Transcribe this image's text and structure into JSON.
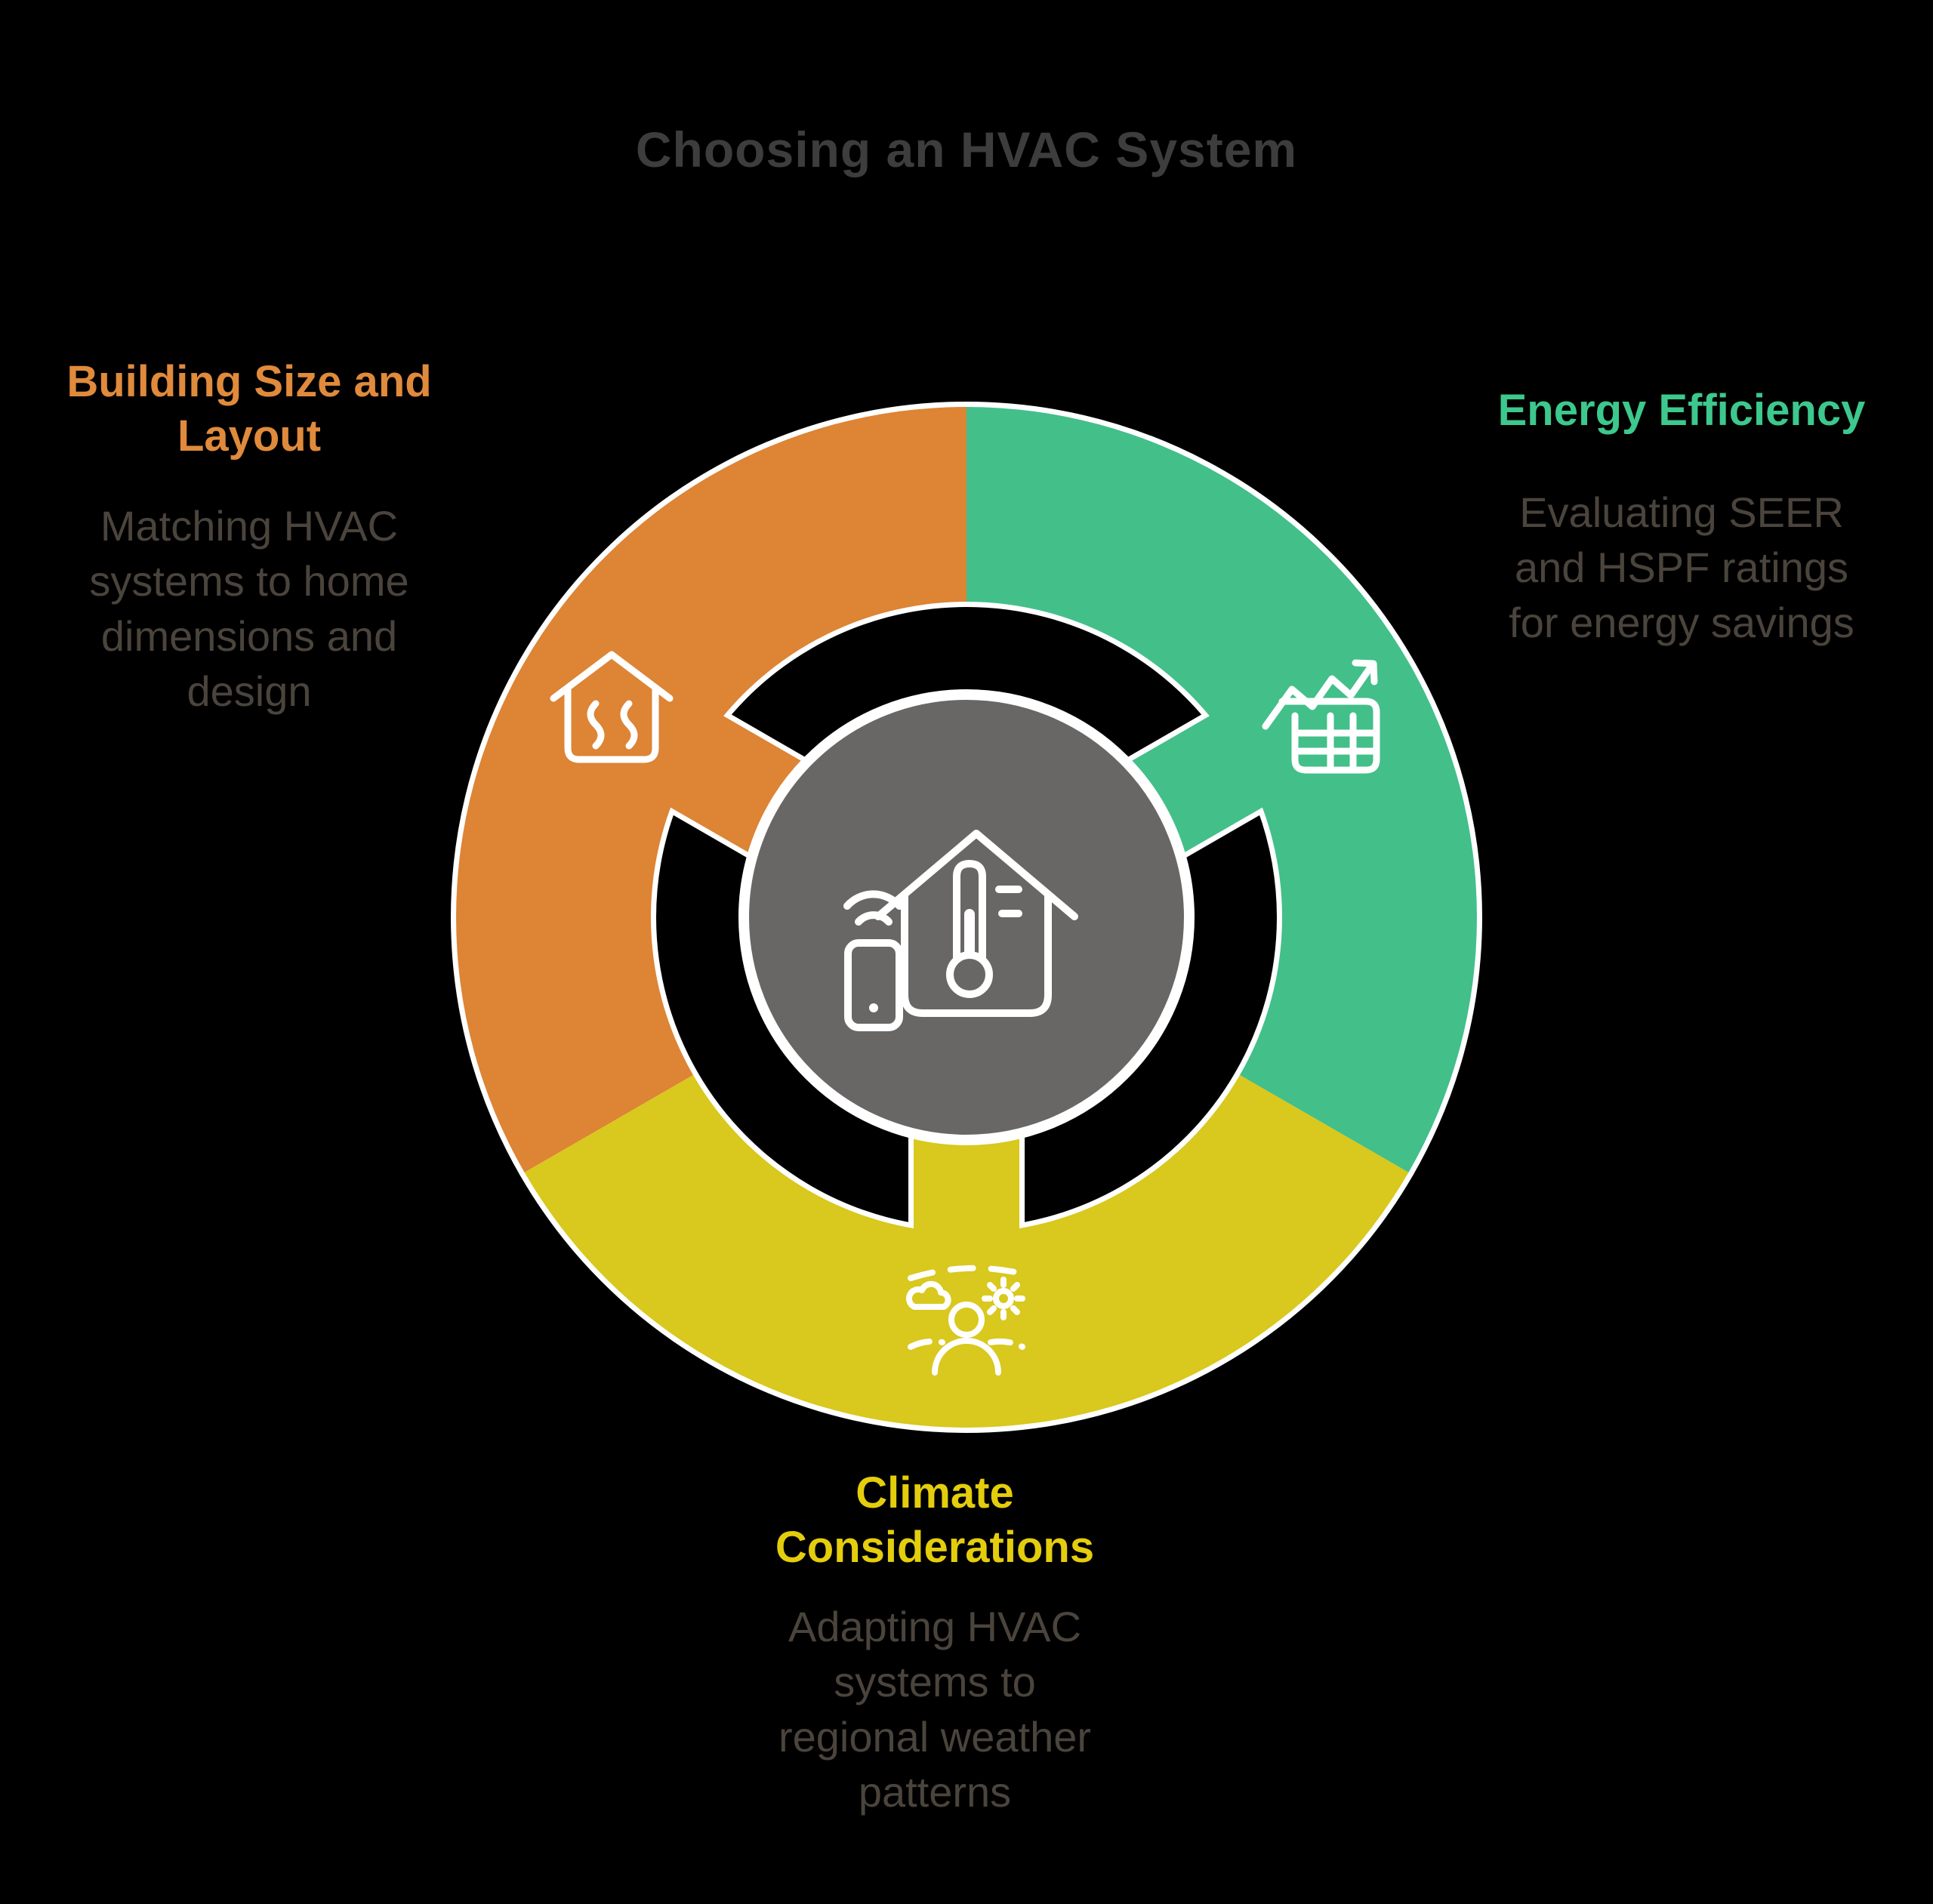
{
  "title": "Choosing an HVAC System",
  "theme": {
    "background": "#000000",
    "outline_white": "#FFFFFF",
    "title_color": "#3D3D3D",
    "body_text_color": "#4A443C"
  },
  "center": {
    "icon": "smart-home-thermostat-icon",
    "color": "#696766"
  },
  "segments": [
    {
      "id": "building-size",
      "heading": "Building Size and\nLayout",
      "body": "Matching HVAC\nsystems to home\ndimensions and\ndesign",
      "color": "#DD8435",
      "heading_color": "#E08A3C",
      "icon": "heated-house-icon",
      "position": "top-left"
    },
    {
      "id": "energy-efficiency",
      "heading": "Energy Efficiency",
      "body": "Evaluating SEER\nand HSPF ratings\nfor energy savings",
      "color": "#43BF8A",
      "heading_color": "#3DC88D",
      "icon": "efficiency-chart-icon",
      "position": "top-right"
    },
    {
      "id": "climate-considerations",
      "heading": "Climate\nConsiderations",
      "body": "Adapting HVAC\nsystems to\nregional weather\npatterns",
      "color": "#D9C81D",
      "heading_color": "#E4CD0D",
      "icon": "climate-person-icon",
      "position": "bottom"
    }
  ]
}
